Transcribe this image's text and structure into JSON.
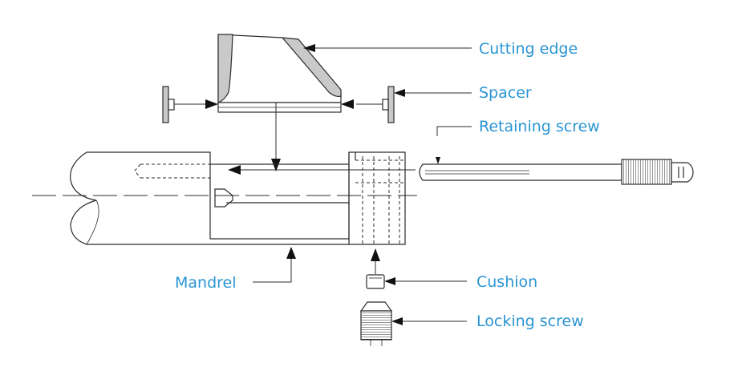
{
  "labels": {
    "cutting_edge": "Cutting edge",
    "spacer": "Spacer",
    "retaining_screw": "Retaining screw",
    "mandrel": "Mandrel",
    "cushion": "Cushion",
    "locking_screw": "Locking screw"
  },
  "colors": {
    "label": "#2a95d3",
    "line": "#2b2b2b",
    "insert_shade": "#c9c9c9"
  }
}
